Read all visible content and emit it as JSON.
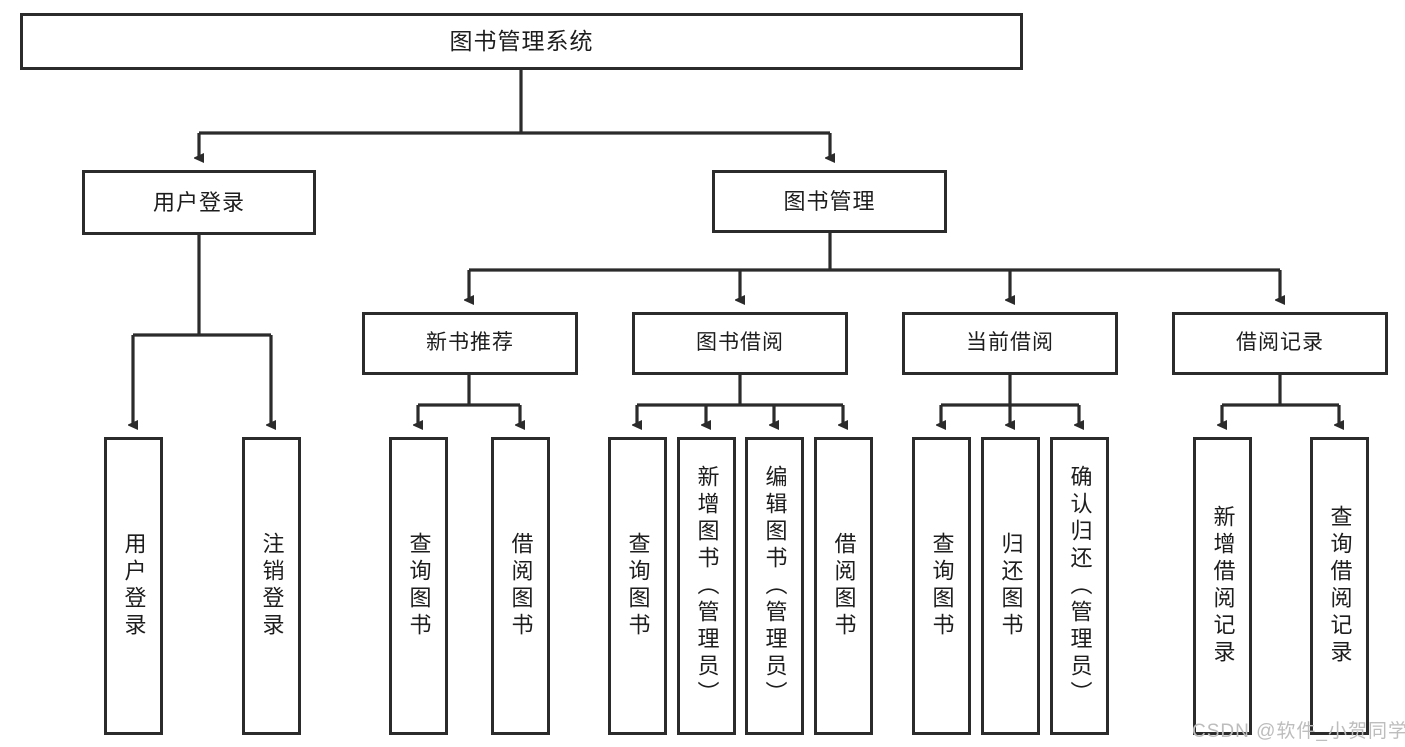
{
  "diagram": {
    "title": "图书管理系统",
    "type": "tree-hierarchy-functional-decomposition",
    "root": {
      "label": "图书管理系统"
    },
    "level2": [
      {
        "label": "用户登录"
      },
      {
        "label": "图书管理"
      }
    ],
    "level3": [
      {
        "label": "新书推荐"
      },
      {
        "label": "图书借阅"
      },
      {
        "label": "当前借阅"
      },
      {
        "label": "借阅记录"
      }
    ],
    "leaves": {
      "user_login": [
        {
          "label": "用户登录"
        },
        {
          "label": "注销登录"
        }
      ],
      "new_book_recommend": [
        {
          "label": "查询图书"
        },
        {
          "label": "借阅图书"
        }
      ],
      "book_borrow": [
        {
          "label": "查询图书"
        },
        {
          "label": "新增图书（管理员）"
        },
        {
          "label": "编辑图书（管理员）"
        },
        {
          "label": "借阅图书"
        }
      ],
      "current_borrow": [
        {
          "label": "查询图书"
        },
        {
          "label": "归还图书"
        },
        {
          "label": "确认归还（管理员）"
        }
      ],
      "borrow_record": [
        {
          "label": "新增借阅记录"
        },
        {
          "label": "查询借阅记录"
        }
      ]
    },
    "watermark": "CSDN @软件_小贺同学",
    "colors": {
      "border": "#2b2b2b",
      "background": "#ffffff",
      "text": "#1d1d1d",
      "connector": "#2b2b2b",
      "watermark": "#bdbdbd"
    }
  }
}
